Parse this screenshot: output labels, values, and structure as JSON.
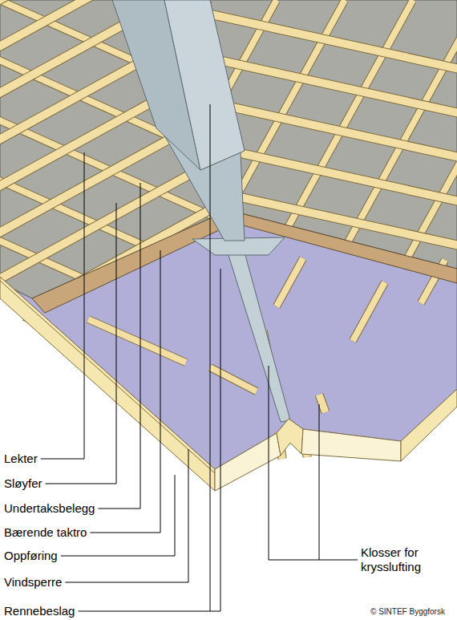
{
  "diagram": {
    "labels": [
      "Lekter",
      "Sløyfer",
      "Undertaksbelegg",
      "Bærende taktro",
      "Oppføring",
      "Vindsperre",
      "Rennebeslag",
      "Klosser for krysslufting",
      "© SINTEF Byggforsk"
    ]
  }
}
